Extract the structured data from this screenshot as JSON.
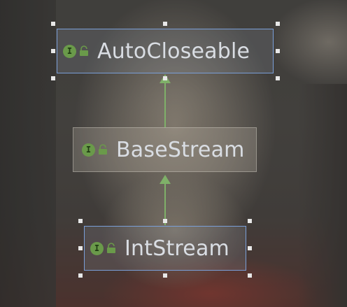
{
  "diagram": {
    "nodes": [
      {
        "id": "autocloseable",
        "label": "AutoCloseable",
        "kind_icon": "I",
        "selected": true
      },
      {
        "id": "basestream",
        "label": "BaseStream",
        "kind_icon": "I",
        "selected": false
      },
      {
        "id": "intstream",
        "label": "IntStream",
        "kind_icon": "I",
        "selected": true
      }
    ],
    "edges": [
      {
        "from": "basestream",
        "to": "autocloseable",
        "type": "extends"
      },
      {
        "from": "intstream",
        "to": "basestream",
        "type": "extends"
      }
    ],
    "colors": {
      "interface_icon": "#6a9a4a",
      "edge": "#7fb069",
      "selection_border": "#7a9fd8",
      "label": "#d9dde3"
    },
    "icons": {
      "kind": "interface-icon",
      "access": "lock-icon"
    }
  }
}
